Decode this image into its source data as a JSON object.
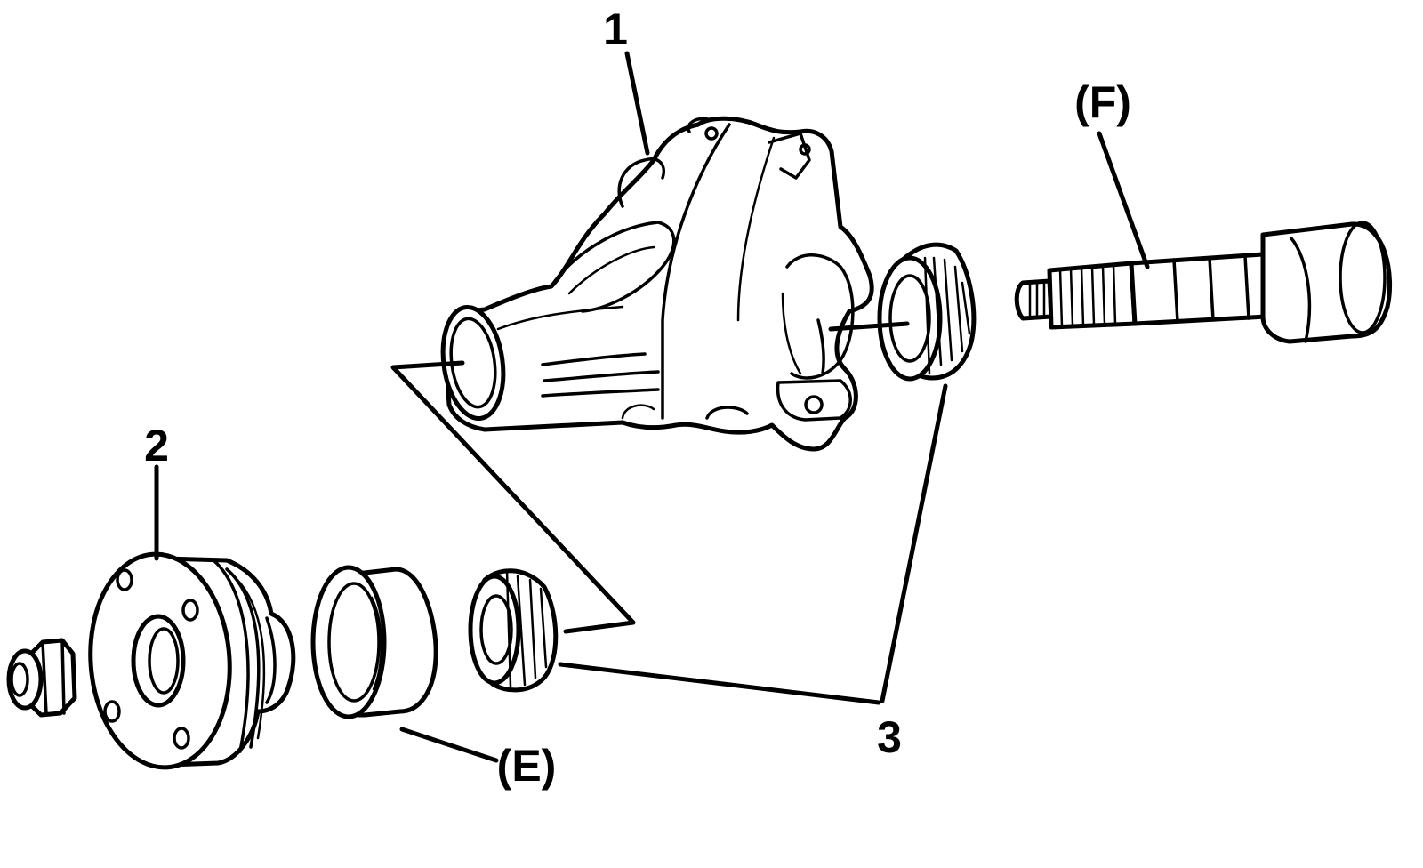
{
  "callouts": {
    "housing": "1",
    "flange": "2",
    "bearings": "3",
    "tool_e": "(E)",
    "tool_f": "(F)"
  },
  "parts": [
    {
      "icon": "differential-housing-icon"
    },
    {
      "icon": "companion-flange-icon"
    },
    {
      "icon": "pinion-nut-icon"
    },
    {
      "icon": "bearing-cup-installer-icon"
    },
    {
      "icon": "front-tapered-roller-bearing-icon"
    },
    {
      "icon": "rear-tapered-roller-bearing-icon"
    },
    {
      "icon": "pinion-installer-tool-icon"
    }
  ],
  "colors": {
    "ink": "#000000",
    "background": "#ffffff"
  }
}
